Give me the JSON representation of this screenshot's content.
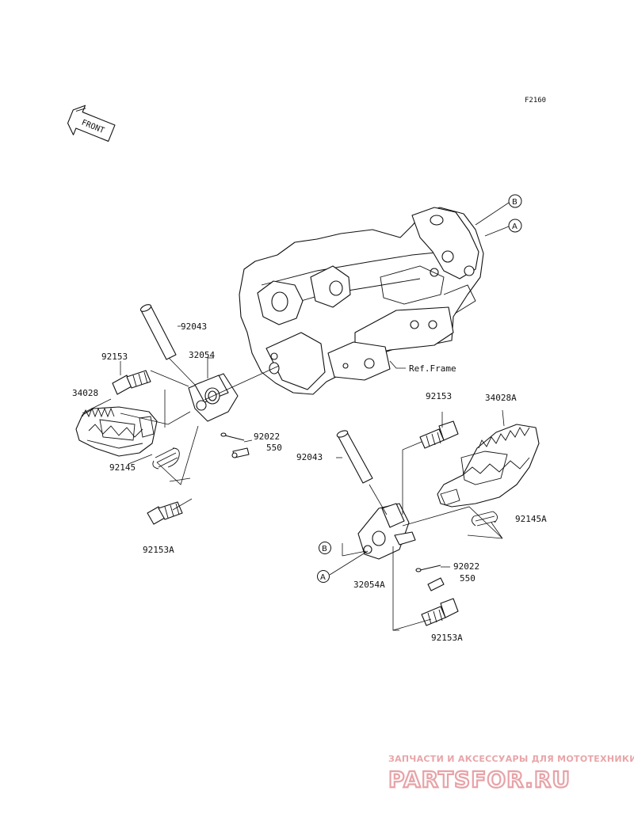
{
  "diagram": {
    "code": "F2160",
    "front_arrow": "FRONT",
    "ref_frame": "Ref.Frame",
    "callouts": {
      "b": "B",
      "a": "A"
    },
    "left_labels": {
      "p92043": "92043",
      "p32054": "32054",
      "p92153": "92153",
      "p34028": "34028",
      "p92145": "92145",
      "p92022": "92022",
      "p550": "550",
      "p92153a": "92153A"
    },
    "right_labels": {
      "p92153": "92153",
      "p34028a": "34028A",
      "p92043": "92043",
      "p92145a": "92145A",
      "p32054a": "32054A",
      "p92022": "92022",
      "p550": "550",
      "p92153a": "92153A"
    }
  },
  "watermark": {
    "tagline": "ЗАПЧАСТИ И АКСЕССУАРЫ ДЛЯ МОТОТЕХНИКИ",
    "brand": "PARTSFOR.RU"
  },
  "colors": {
    "line": "#111111",
    "watermark": "#e7a3a7",
    "background": "#ffffff"
  }
}
